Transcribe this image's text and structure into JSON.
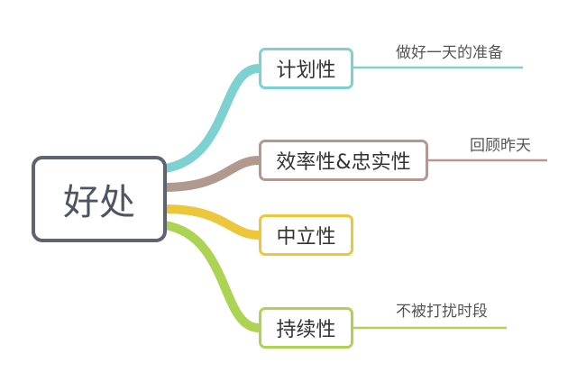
{
  "root": {
    "label": "好处",
    "color": "#5f6475"
  },
  "branches": [
    {
      "label": "计划性",
      "color": "#7dd1d0",
      "leaf": "做好一天的准备"
    },
    {
      "label": "效率性&忠实性",
      "color": "#b29990",
      "leaf": "回顾昨天"
    },
    {
      "label": "中立性",
      "color": "#ecc73c",
      "leaf": ""
    },
    {
      "label": "持续性",
      "color": "#acd353",
      "leaf": "不被打扰时段"
    }
  ]
}
